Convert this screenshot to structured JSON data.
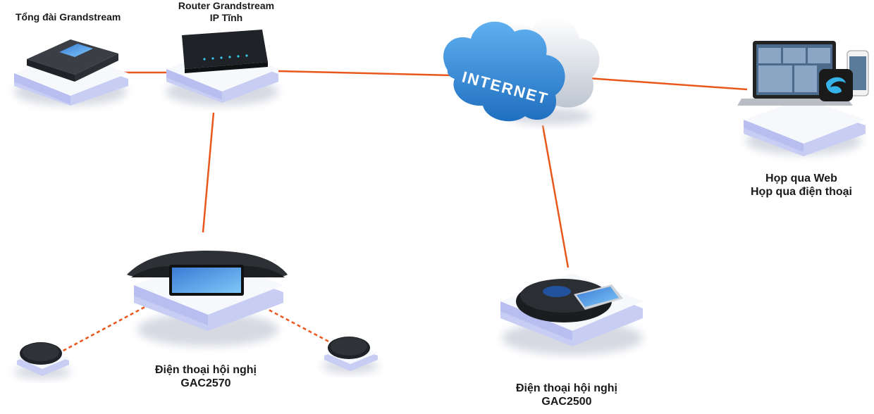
{
  "nodes": {
    "pbx": {
      "label": "Tổng đài Grandstream"
    },
    "router": {
      "label_line1": "Router Grandstream",
      "label_line2": "IP Tĩnh"
    },
    "internet": {
      "label": "INTERNET"
    },
    "web": {
      "label_line1": "Họp qua Web",
      "label_line2": "Họp qua điện thoại"
    },
    "gac2570": {
      "label_line1": "Điện thoại hội nghị",
      "label_line2": "GAC2570"
    },
    "gac2500": {
      "label_line1": "Điện thoại hội nghị",
      "label_line2": "GAC2500"
    }
  },
  "colors": {
    "link": "#e8581c",
    "cloud": "#2f7fd0",
    "cloud_shade": "#c9d1dc",
    "platform_top": "#f7f8fc",
    "platform_side": "#c8cdf4",
    "device_dark": "#1f2226"
  }
}
